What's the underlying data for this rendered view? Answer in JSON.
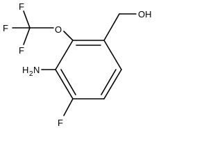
{
  "molecule": {
    "substituents": {
      "fluorine_1": "F",
      "fluorine_2": "F",
      "fluorine_3": "F",
      "ether_oxygen": "O",
      "hydroxyl": "OH",
      "amino": "H",
      "amino_subscript": "2",
      "amino_n": "N",
      "ring_fluorine": "F"
    }
  }
}
